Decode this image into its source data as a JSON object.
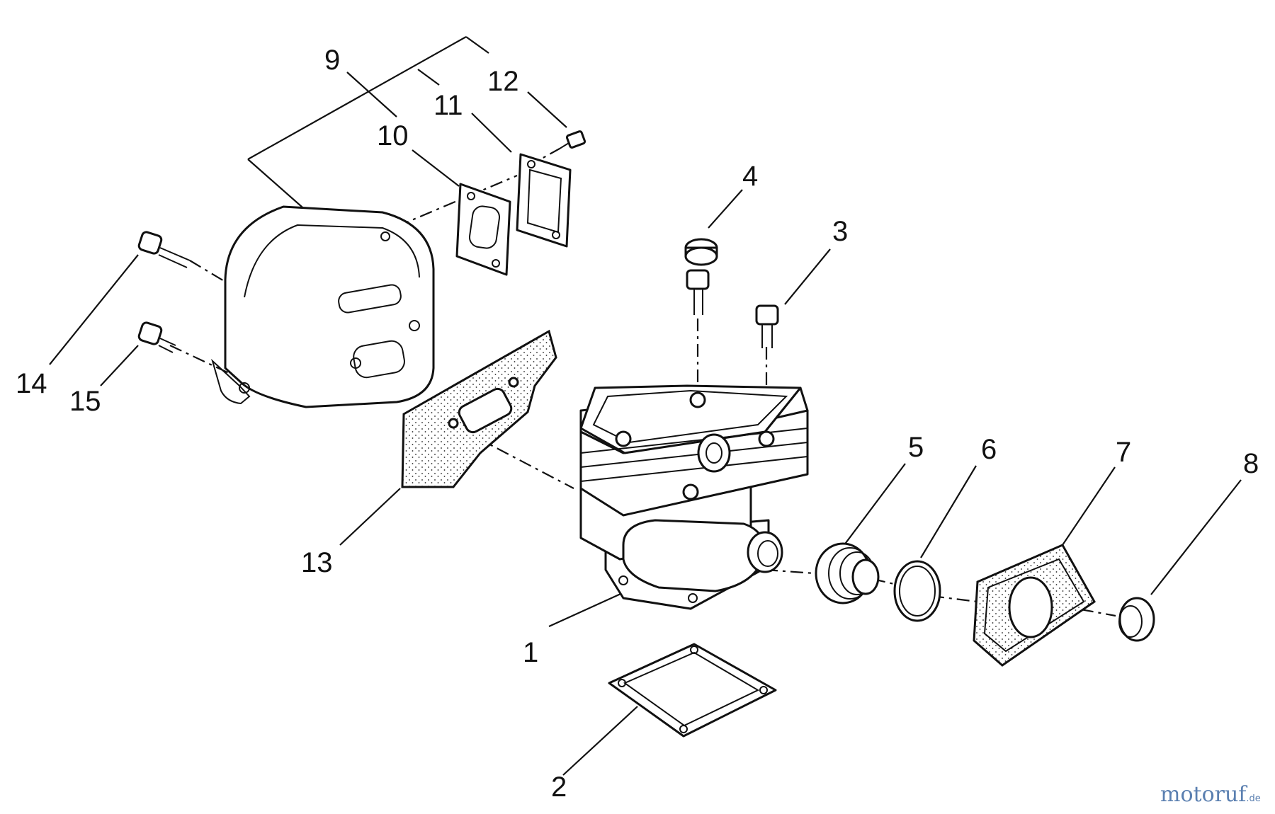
{
  "callouts": {
    "c1": "1",
    "c2": "2",
    "c3": "3",
    "c4": "4",
    "c5": "5",
    "c6": "6",
    "c7": "7",
    "c8": "8",
    "c9": "9",
    "c10": "10",
    "c11": "11",
    "c12": "12",
    "c13": "13",
    "c14": "14",
    "c15": "15"
  },
  "watermark": {
    "part1": "motoruf",
    "part2": ".de"
  },
  "colors": {
    "ink": "#111111",
    "watermark_blue": "#5a7fb0",
    "watermark_orange": "#e0a030"
  }
}
